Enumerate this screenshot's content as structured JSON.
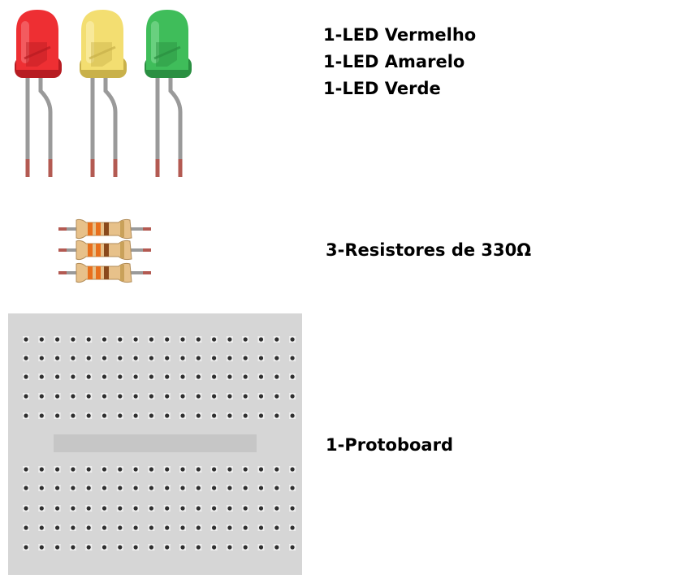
{
  "components": {
    "leds": [
      {
        "label": "1-LED Vermelho",
        "color": "#ee2f33",
        "light": "#f77a7d",
        "dark": "#b71c22"
      },
      {
        "label": "1-LED Amarelo",
        "color": "#f3de71",
        "light": "#fbf0b4",
        "dark": "#c9b14a"
      },
      {
        "label": "1-LED Verde",
        "color": "#3fbd5a",
        "light": "#86dc98",
        "dark": "#2a8f41"
      }
    ],
    "resistors": {
      "label": "3-Resistores de 330Ω",
      "count": 3,
      "bands": [
        "#e8701d",
        "#e8701d",
        "#8a4a1c"
      ]
    },
    "protoboard": {
      "label": "1-Protoboard",
      "color": "#d6d6d6"
    }
  }
}
